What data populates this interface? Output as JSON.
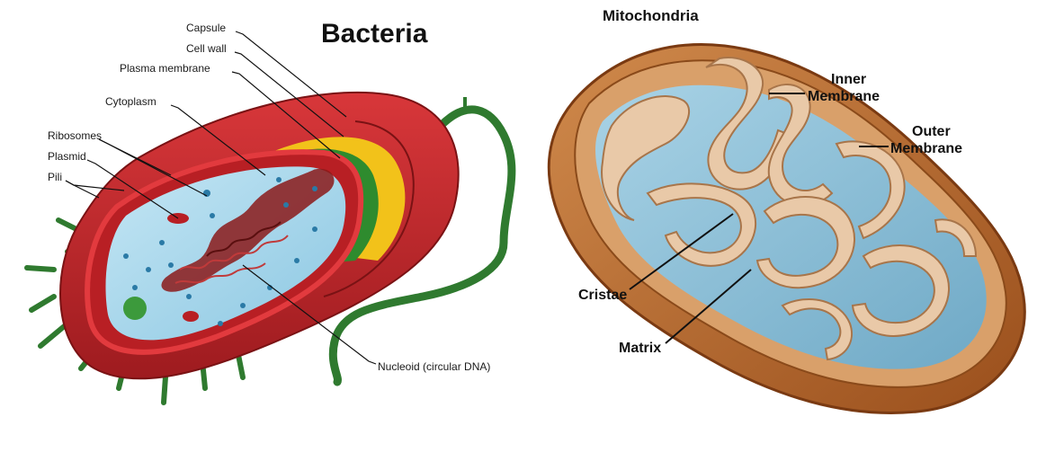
{
  "bacteria": {
    "title": "Bacteria",
    "labels": {
      "capsule": "Capsule",
      "cell_wall": "Cell wall",
      "plasma_membrane": "Plasma membrane",
      "cytoplasm": "Cytoplasm",
      "ribosomes": "Ribosomes",
      "plasmid": "Plasmid",
      "pili": "Pili",
      "nucleoid": "Nucleoid (circular DNA)"
    },
    "colors": {
      "capsule": "#c8262b",
      "cell_wall": "#f2c21a",
      "plasma_membrane": "#2e8b2e",
      "cytoplasm": "#9fd3ea",
      "dna": "#8b1a1a",
      "flagellum": "#2f7a2f"
    }
  },
  "mitochondria": {
    "title": "Mitochondria",
    "labels": {
      "inner_membrane_1": "Inner",
      "inner_membrane_2": "Membrane",
      "outer_membrane_1": "Outer",
      "outer_membrane_2": "Membrane",
      "cristae": "Cristae",
      "matrix": "Matrix"
    },
    "colors": {
      "outer": "#b8662a",
      "inner_fold": "#e9c9a8",
      "matrix": "#8fc3dc"
    }
  }
}
